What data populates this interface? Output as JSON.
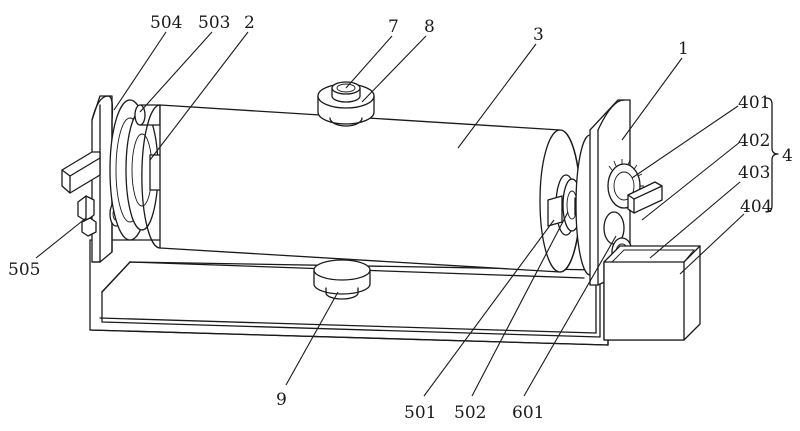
{
  "figure": {
    "callouts": {
      "c504": "504",
      "c503": "503",
      "c2": "2",
      "c7": "7",
      "c8": "8",
      "c3": "3",
      "c1": "1",
      "c401": "401",
      "c402": "402",
      "c403": "403",
      "c404": "404",
      "c4": "4",
      "c505": "505",
      "c9": "9",
      "c501": "501",
      "c502": "502",
      "c601": "601"
    }
  }
}
